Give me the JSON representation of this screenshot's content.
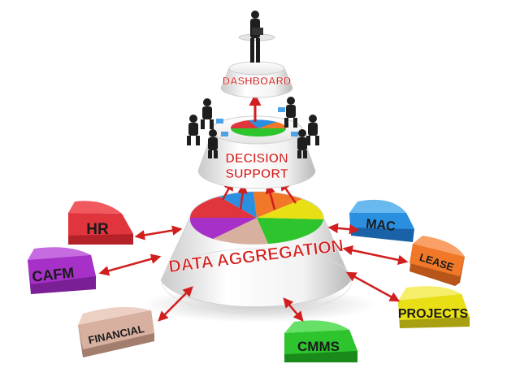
{
  "tiers": {
    "dashboard": "DASHBOARD",
    "decision_line1": "DECISION",
    "decision_line2": "SUPPORT",
    "aggregation": "DATA AGGREGATION"
  },
  "sources": {
    "hr": "HR",
    "cafm": "CAFM",
    "financial": "FINANCIAL",
    "cmms": "CMMS",
    "mac": "MAC",
    "lease": "LEASE",
    "projects": "PROJECTS"
  },
  "colors": {
    "hr": "#e0353d",
    "cafm": "#a630c8",
    "financial": "#d8b0a0",
    "cmms": "#2dc42d",
    "mac": "#2b8fe0",
    "lease": "#f07828",
    "projects": "#e8df14",
    "arrow": "#d11e1e",
    "label": "#d21f1f"
  }
}
